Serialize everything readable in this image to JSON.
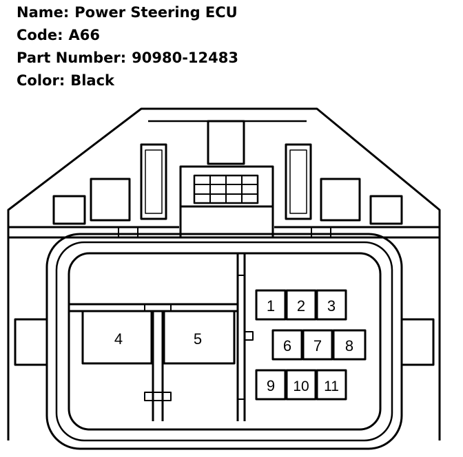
{
  "header": {
    "name_label": "Name:",
    "name_value": "Power Steering ECU",
    "code_label": "Code:",
    "code_value": "A66",
    "part_label": "Part Number:",
    "part_value": "90980-12483",
    "color_label": "Color:",
    "color_value": "Black"
  },
  "connector": {
    "pins": {
      "p1": "1",
      "p2": "2",
      "p3": "3",
      "p4": "4",
      "p5": "5",
      "p6": "6",
      "p7": "7",
      "p8": "8",
      "p9": "9",
      "p10": "10",
      "p11": "11"
    }
  }
}
